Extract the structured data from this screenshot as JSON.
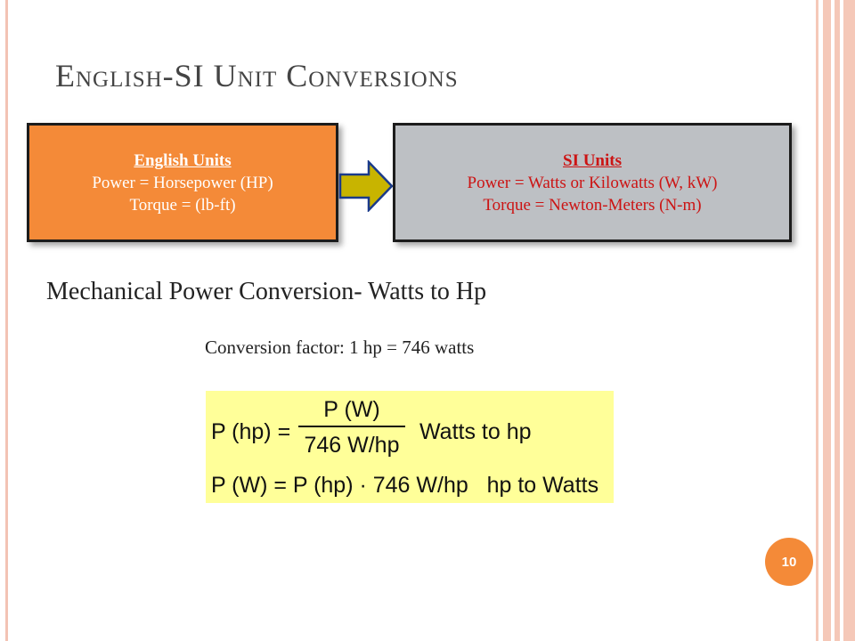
{
  "slide": {
    "title": "English-SI Unit Conversions",
    "english_box": {
      "heading": "English Units",
      "line1": "Power  = Horsepower (HP)",
      "line2": "Torque = (lb-ft)"
    },
    "si_box": {
      "heading": "SI Units",
      "line1": "Power  = Watts or Kilowatts (W, kW)",
      "line2": "Torque = Newton-Meters (N-m)"
    },
    "subtitle": "Mechanical Power Conversion- Watts to Hp",
    "conversion_factor": "Conversion factor:  1 hp = 746 watts",
    "formula1": {
      "lhs": "P (hp) =",
      "numerator": "P (W)",
      "denominator": "746 W/hp",
      "label": "Watts to hp"
    },
    "formula2": "P (W) = P (hp) · 746 W/hp   hp to Watts",
    "page_number": "10"
  },
  "colors": {
    "orange_box": "#f48a38",
    "gray_box": "#bdc0c4",
    "si_text": "#cc1414",
    "arrow_fill": "#c8b400",
    "formula_bg": "#ffff99",
    "border_stripes": "#f5c8b8"
  }
}
